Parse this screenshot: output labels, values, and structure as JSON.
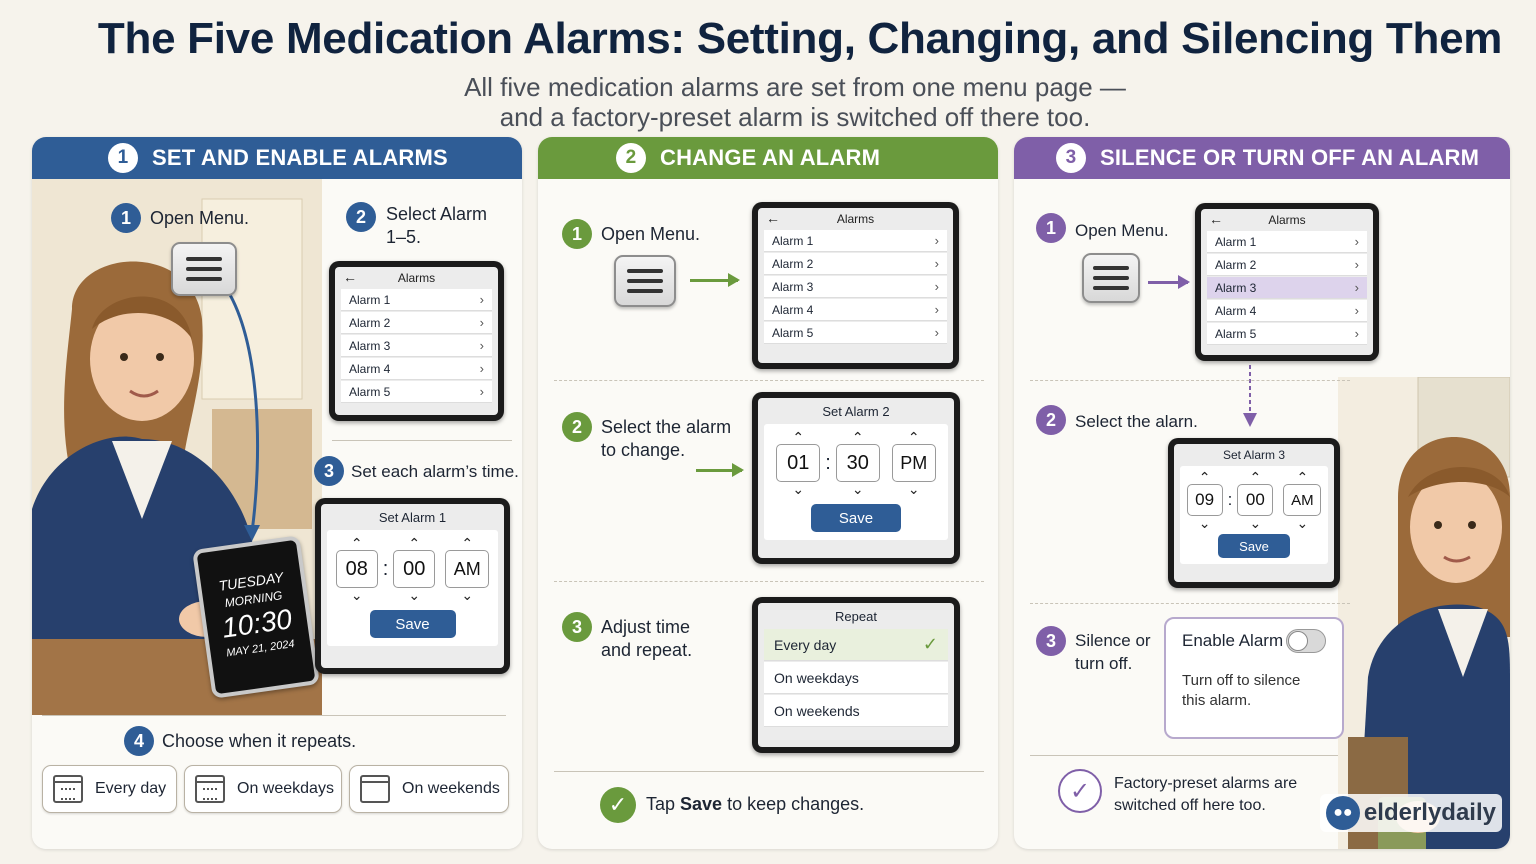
{
  "title": "The Five Medication Alarms: Setting, Changing, and Silencing Them",
  "subtitle_line1": "All five medication alarms are set from one menu page —",
  "subtitle_line2": "and a factory-preset alarm is switched off there too.",
  "colors": {
    "blue": "#2f5d96",
    "green": "#6a9a3d",
    "purple": "#7f5fa8"
  },
  "panel1": {
    "num": "1",
    "header": "SET AND ENABLE ALARMS",
    "step1": {
      "num": "1",
      "label": "Open Menu."
    },
    "step2": {
      "num": "2",
      "label_line1": "Select Alarm",
      "label_line2": "1–5."
    },
    "alarms_screen": {
      "title": "Alarms",
      "back": "←",
      "items": [
        "Alarm 1",
        "Alarm 2",
        "Alarm 3",
        "Alarm 4",
        "Alarm 5"
      ]
    },
    "step3": {
      "num": "3",
      "label": "Set each alarm’s time."
    },
    "set_screen": {
      "title": "Set Alarm 1",
      "hour": "08",
      "minute": "00",
      "ampm": "AM",
      "save": "Save"
    },
    "device": {
      "day": "TUESDAY",
      "period": "MORNING",
      "time": "10:30",
      "date": "MAY 21, 2024"
    },
    "step4": {
      "num": "4",
      "label": "Choose when it repeats."
    },
    "repeat_buttons": [
      "Every day",
      "On weekdays",
      "On weekends"
    ]
  },
  "panel2": {
    "num": "2",
    "header": "CHANGE AN ALARM",
    "step1": {
      "num": "1",
      "label": "Open Menu."
    },
    "alarms_screen": {
      "title": "Alarms",
      "back": "←",
      "items": [
        "Alarm 1",
        "Alarm 2",
        "Alarm 3",
        "Alarm 4",
        "Alarm 5"
      ]
    },
    "step2": {
      "num": "2",
      "label_line1": "Select the alarm",
      "label_line2": "to change."
    },
    "set_screen": {
      "title": "Set Alarm 2",
      "hour": "01",
      "minute": "30",
      "ampm": "PM",
      "save": "Save"
    },
    "step3": {
      "num": "3",
      "label_line1": "Adjust time",
      "label_line2": "and repeat."
    },
    "repeat_screen": {
      "title": "Repeat",
      "options": [
        "Every day",
        "On weekdays",
        "On weekends"
      ],
      "selected": "Every day"
    },
    "footer": {
      "prefix": "Tap ",
      "bold": "Save",
      "suffix": " to keep changes."
    }
  },
  "panel3": {
    "num": "3",
    "header": "SILENCE OR TURN OFF AN ALARM",
    "step1": {
      "num": "1",
      "label": "Open Menu."
    },
    "alarms_screen": {
      "title": "Alarms",
      "back": "←",
      "items": [
        "Alarm 1",
        "Alarm 2",
        "Alarm 3",
        "Alarm 4",
        "Alarm 5"
      ],
      "selected": "Alarm 3"
    },
    "step2": {
      "num": "2",
      "label": "Select the alarn."
    },
    "set_screen": {
      "title": "Set Alarm 3",
      "hour": "09",
      "minute": "00",
      "ampm": "AM",
      "save": "Save"
    },
    "step3": {
      "num": "3",
      "label_line1": "Silence or",
      "label_line2": "turn off."
    },
    "toggle_card": {
      "label": "Enable Alarm",
      "state": "off",
      "note_line1": "Turn off to silence",
      "note_line2": "this alarm."
    },
    "footer": {
      "line1": "Factory-preset alarms are",
      "line2": "switched off here too."
    }
  },
  "logo": "elderlydaily",
  "icons": {
    "menu": "hamburger-icon",
    "check": "checkmark-icon",
    "calendar": "calendar-icon",
    "chevron": "chevron-right-icon",
    "up": "chevron-up-icon",
    "down": "chevron-down-icon"
  }
}
